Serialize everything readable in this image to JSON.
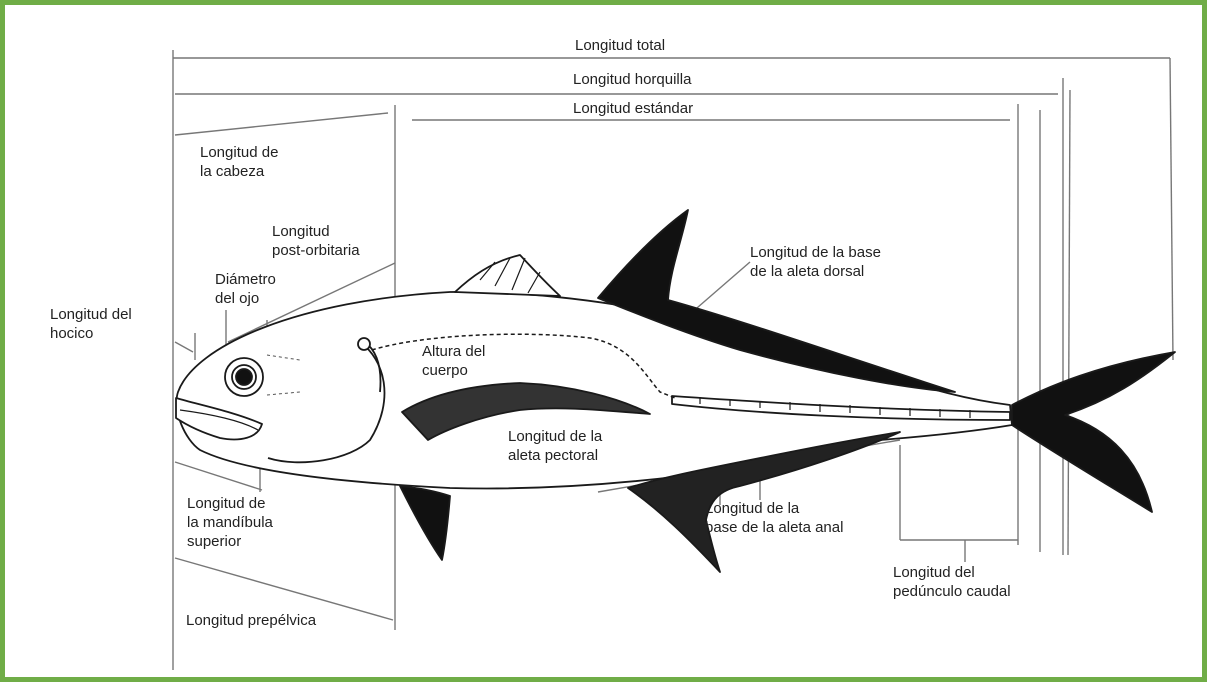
{
  "colors": {
    "border": "#70ad47",
    "ink": "#1a1a1a",
    "line": "#777777",
    "background": "#ffffff"
  },
  "labels": {
    "total_length": "Longitud  total",
    "fork_length": "Longitud horquilla",
    "standard_length": "Longitud estándar",
    "head_length_1": "Longitud de",
    "head_length_2": "la cabeza",
    "postorbital_1": "Longitud",
    "postorbital_2": "post-orbitaria",
    "eye_1": "Diámetro",
    "eye_2": "del ojo",
    "snout_1": "Longitud del",
    "snout_2": "hocico",
    "body_depth_1": "Altura del",
    "body_depth_2": "cuerpo",
    "dorsal_base_1": "Longitud de la base",
    "dorsal_base_2": "de la aleta dorsal",
    "pectoral_1": "Longitud de la",
    "pectoral_2": "aleta pectoral",
    "jaw_1": "Longitud de",
    "jaw_2": "la mandíbula",
    "jaw_3": "superior",
    "anal_base_1": "Longitud de la",
    "anal_base_2": "base de la aleta anal",
    "peduncle_1": "Longitud del",
    "peduncle_2": "pedúnculo caudal",
    "prepelvic": "Longitud prepélvica"
  }
}
